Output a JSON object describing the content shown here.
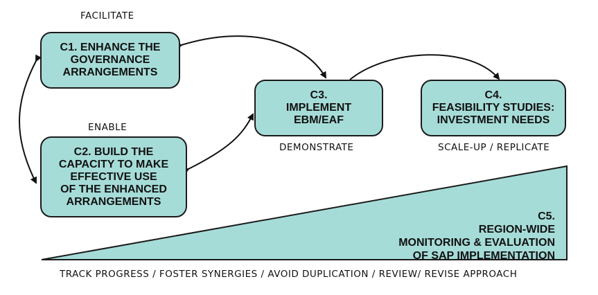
{
  "diagram": {
    "captions": {
      "facilitate": "FACILITATE",
      "enable": "ENABLE",
      "demonstrate": "DEMONSTRATE",
      "scale_up": "SCALE-UP / REPLICATE",
      "bottom": "TRACK PROGRESS / FOSTER SYNERGIES / AVOID DUPLICATION / REVIEW/ REVISE APPROACH"
    },
    "c1": {
      "lines": [
        "C1. ENHANCE THE",
        "GOVERNANCE",
        "ARRANGEMENTS"
      ]
    },
    "c2": {
      "lines": [
        "C2. BUILD THE",
        "CAPACITY TO MAKE",
        "EFFECTIVE USE",
        "OF THE ENHANCED",
        "ARRANGEMENTS"
      ]
    },
    "c3": {
      "lines": [
        "C3.",
        "IMPLEMENT",
        "EBM/EAF"
      ]
    },
    "c4": {
      "lines": [
        "C4.",
        "FEASIBILITY STUDIES:",
        "INVESTMENT NEEDS"
      ]
    },
    "c5": {
      "lines": [
        "C5.",
        "REGION-WIDE",
        "MONITORING & EVALUATION",
        "OF SAP IMPLEMENTATION"
      ]
    },
    "colors": {
      "box_fill": "#a6dcd8",
      "outline": "#1a1a1a",
      "wedge_fill": "#a6dcd8"
    }
  }
}
